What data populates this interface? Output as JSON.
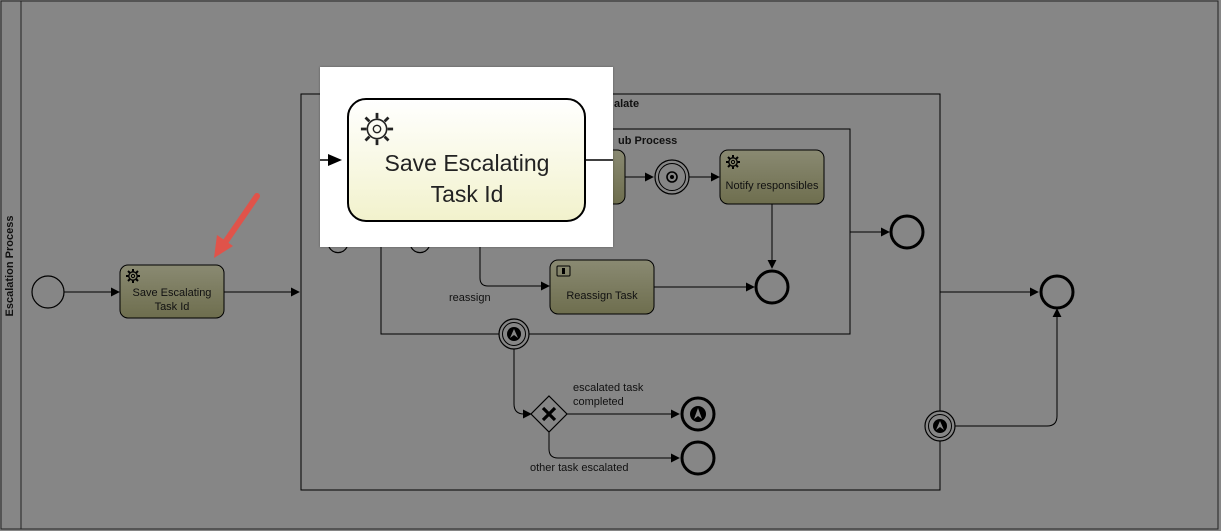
{
  "pool": {
    "label": "Escalation Process"
  },
  "main_task": {
    "label_line1": "Save Escalating",
    "label_line2": "Task Id"
  },
  "subprocess_outer": {
    "label": "alate"
  },
  "subprocess_inner": {
    "label": "ub Process"
  },
  "notify_task": {
    "label": "Notify responsibles"
  },
  "reassign_task": {
    "label": "Reassign Task"
  },
  "flows": {
    "reassign": "reassign",
    "escalated_completed_line1": "escalated task",
    "escalated_completed_line2": "completed",
    "other_escalated": "other task escalated"
  },
  "zoom": {
    "label_line1": "Save Escalating",
    "label_line2": "Task Id"
  },
  "colors": {
    "canvas_bg": "#868686",
    "task_fill_gradient_top": "#8a8a70",
    "task_fill_gradient_bottom": "#6f6f50",
    "zoom_task_top": "#ffffff",
    "zoom_task_bottom": "#f4f4d0",
    "arrow": "#e0534a"
  },
  "icons": {
    "service_task": "gear-icon",
    "user_task": "user-icon",
    "callout": "arrow-pointer-icon"
  }
}
